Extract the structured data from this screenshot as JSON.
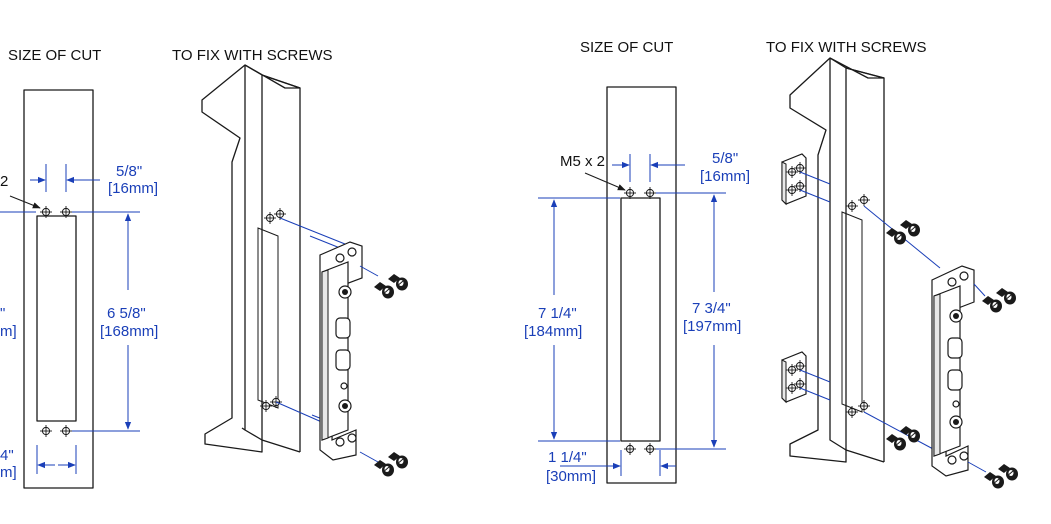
{
  "colors": {
    "dimension": "#1a3fb8",
    "line": "#1a1a1a",
    "background": "#ffffff"
  },
  "left_diagram": {
    "cut_heading": "SIZE OF CUT",
    "screws_heading": "TO FIX WITH SCREWS",
    "hole_note": "2",
    "hole_spacing": {
      "imperial": "5/8\"",
      "metric": "[16mm]"
    },
    "cut_height_partial": {
      "imperial": "\"",
      "metric": "m]"
    },
    "hole_height": {
      "imperial": "6 5/8\"",
      "metric": "[168mm]"
    },
    "cut_width_partial": {
      "imperial": "4\"",
      "metric": "m]"
    }
  },
  "right_diagram": {
    "cut_heading": "SIZE OF CUT",
    "screws_heading": "TO FIX WITH SCREWS",
    "hole_note": "M5 x 2",
    "hole_spacing": {
      "imperial": "5/8\"",
      "metric": "[16mm]"
    },
    "cut_height": {
      "imperial": "7 1/4\"",
      "metric": "[184mm]"
    },
    "hole_height": {
      "imperial": "7 3/4\"",
      "metric": "[197mm]"
    },
    "cut_width": {
      "imperial": "1 1/4\"",
      "metric": "[30mm]"
    }
  }
}
